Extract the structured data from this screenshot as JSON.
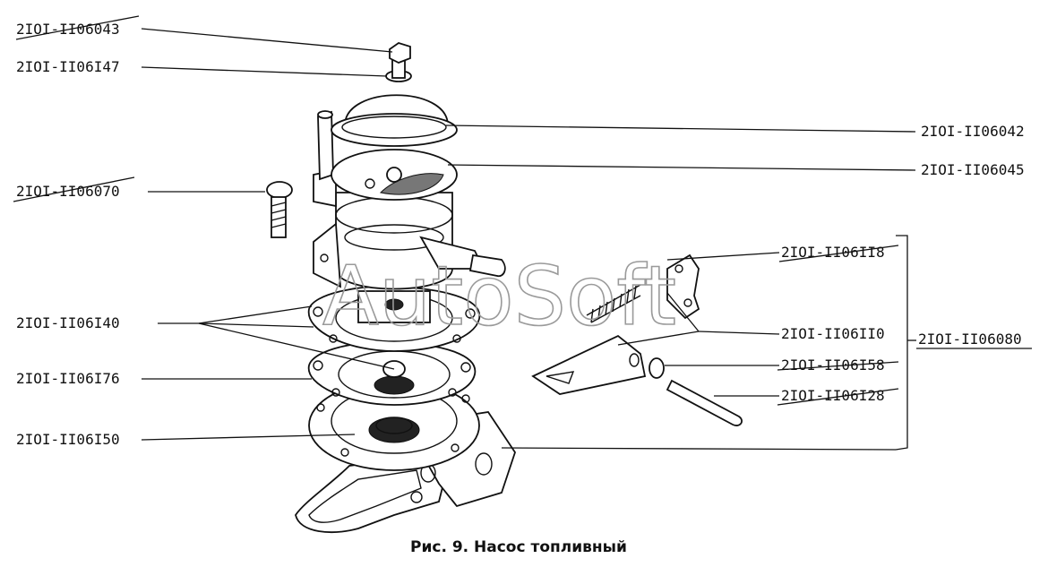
{
  "labels": [
    {
      "id": "l1",
      "text": "2IOI-II06043",
      "struck": true
    },
    {
      "id": "l2",
      "text": "2IOI-II06I47",
      "struck": false
    },
    {
      "id": "l3",
      "text": "2IOI-II06070",
      "struck": true
    },
    {
      "id": "l4",
      "text": "2IOI-II06I40",
      "struck": false
    },
    {
      "id": "l5",
      "text": "2IOI-II06I76",
      "struck": false
    },
    {
      "id": "l6",
      "text": "2IOI-II06I50",
      "struck": false
    },
    {
      "id": "r1",
      "text": "2IOI-II06042",
      "struck": false
    },
    {
      "id": "r2",
      "text": "2IOI-II06045",
      "struck": false
    },
    {
      "id": "r3",
      "text": "2IOI-II06II8",
      "struck": true
    },
    {
      "id": "r4",
      "text": "2IOI-II06II0",
      "struck": false
    },
    {
      "id": "r5",
      "text": "2IOI-II06I58",
      "struck": true
    },
    {
      "id": "r6",
      "text": "2IOI-II06I28",
      "struck": true
    },
    {
      "id": "g1",
      "text": "2IOI-II06080",
      "struck": false
    }
  ],
  "watermark": "AutoSoft",
  "caption": "Рис. 9. Насос топливный"
}
